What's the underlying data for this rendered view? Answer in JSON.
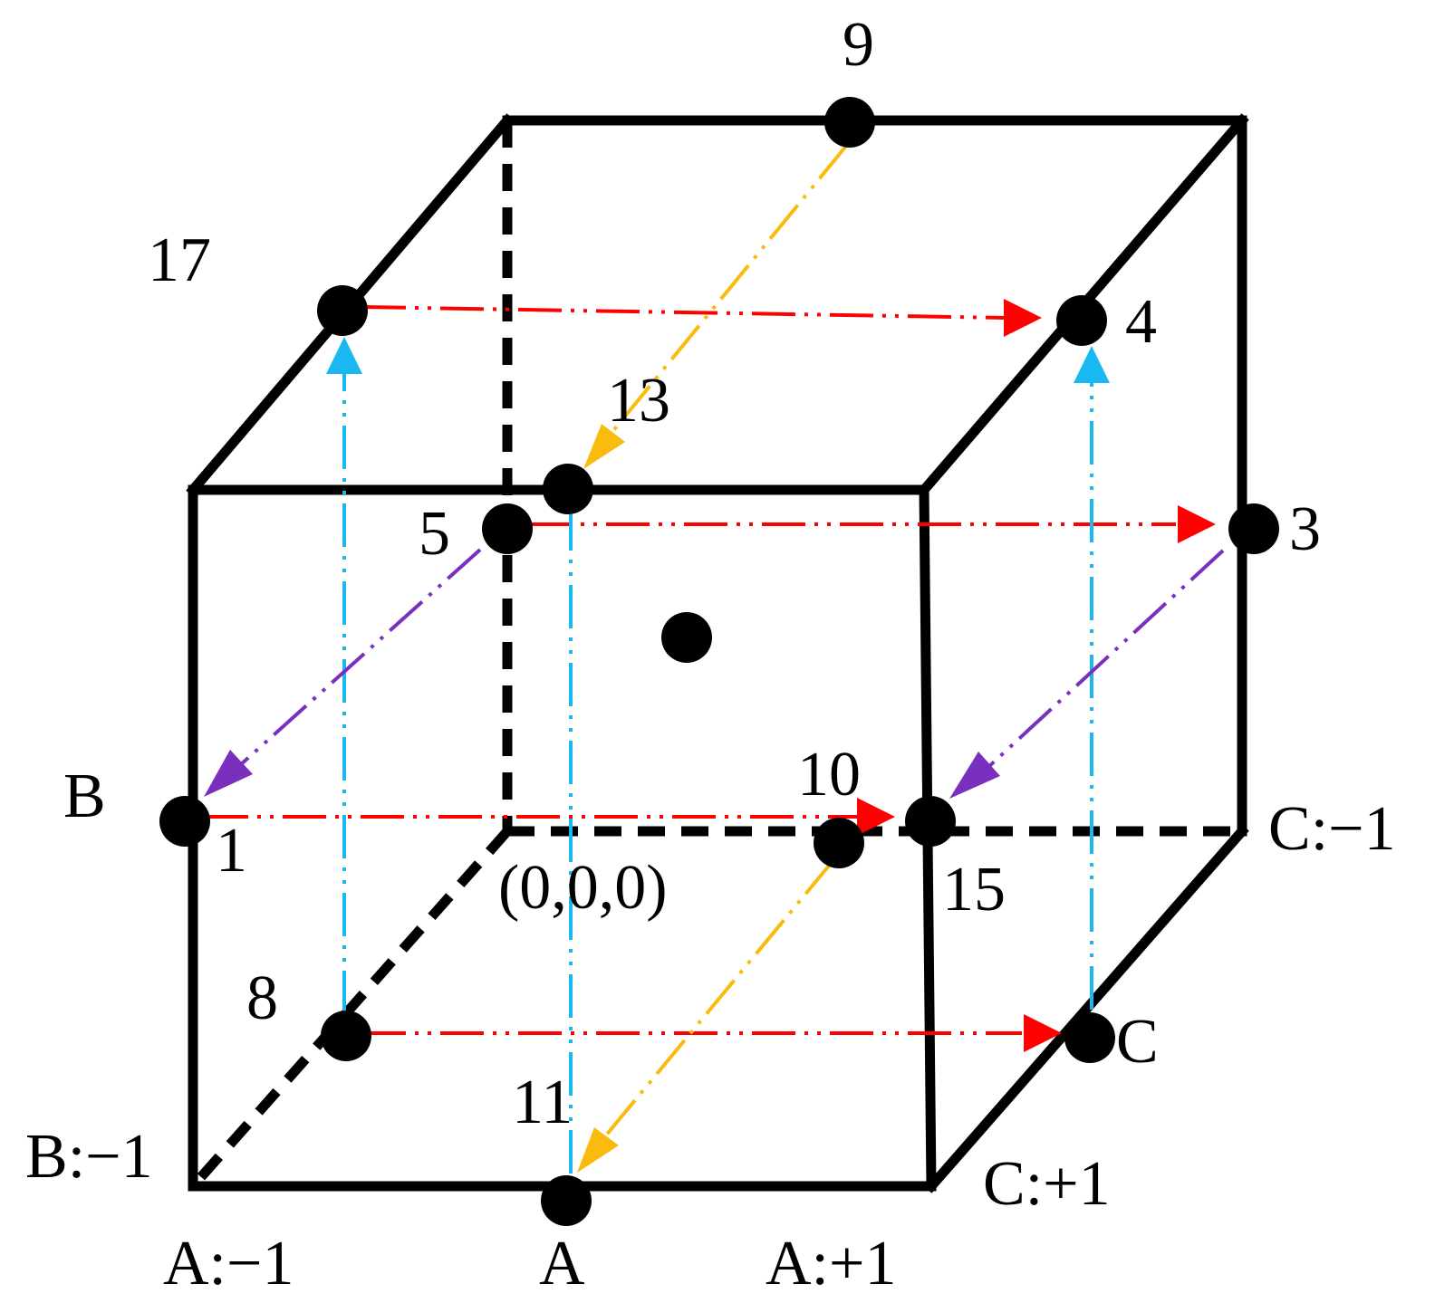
{
  "colors": {
    "edge": "#000000",
    "point": "#000000",
    "arrow_a": "#ff0000",
    "arrow_b": "#19b8f0",
    "arrow_c": "#f9bb0d",
    "arrow_d": "#7b2fbf"
  },
  "labels": {
    "pt_9": "9",
    "pt_17": "17",
    "pt_4": "4",
    "pt_13": "13",
    "pt_5": "5",
    "pt_3": "3",
    "pt_b": "B",
    "pt_1": "1",
    "pt_10": "10",
    "pt_15": "15",
    "origin": "(0,0,0)",
    "c_minus": "C:−1",
    "pt_8": "8",
    "pt_c": "C",
    "pt_11": "11",
    "b_minus": "B:−1",
    "c_plus": "C:+1",
    "a_minus": "A:−1",
    "pt_a": "A",
    "a_plus": "A:+1"
  }
}
